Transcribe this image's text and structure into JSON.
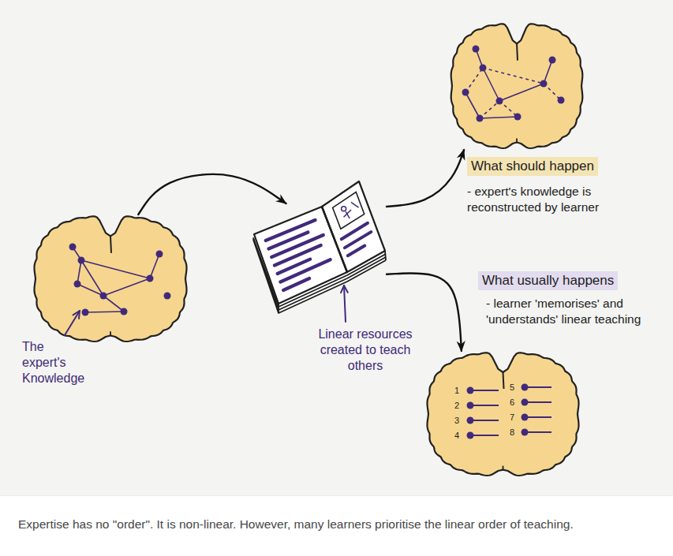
{
  "diagram": {
    "caption": "Expertise has no \"order\". It is non-linear. However, many learners prioritise the linear order of teaching.",
    "nodes": [
      {
        "text": [
          "The expert's Knowledge"
        ]
      },
      {
        "text": [
          "Linear resources created to teach others"
        ]
      },
      {
        "text": [
          "What should happen",
          "- expert's knowledge is reconstructed by learner"
        ]
      },
      {
        "text": [
          "What usually happens",
          "- learner 'memorises' and 'understands' linear teaching"
        ]
      }
    ],
    "edges": [
      {
        "from": 0,
        "to": 1,
        "arrow": "to"
      },
      {
        "from": 1,
        "to": 2,
        "arrow": "to"
      },
      {
        "from": 1,
        "to": 3,
        "arrow": "to"
      }
    ],
    "labels": [
      "1",
      "2",
      "3",
      "4",
      "5",
      "6",
      "7",
      "8"
    ]
  }
}
